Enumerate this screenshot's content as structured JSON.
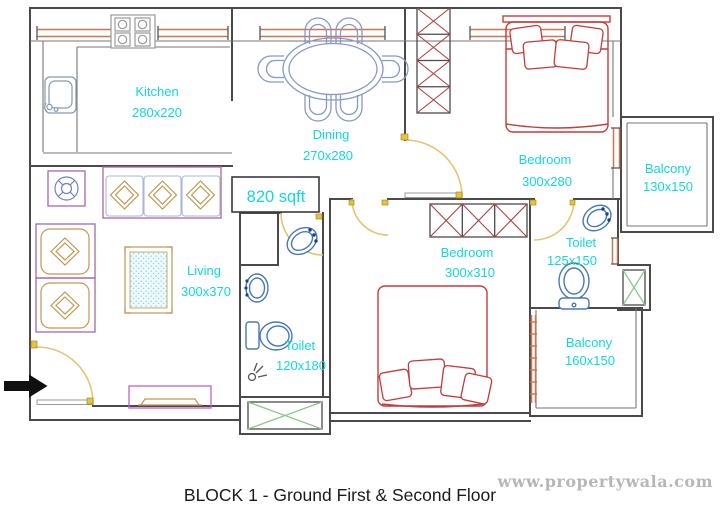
{
  "plan": {
    "area_label": "820 sqft",
    "rooms": [
      {
        "name": "Kitchen",
        "dims": "280x220"
      },
      {
        "name": "Dining",
        "dims": "270x280"
      },
      {
        "name": "Bedroom",
        "dims": "300x280"
      },
      {
        "name": "Balcony",
        "dims": "130x150"
      },
      {
        "name": "Toilet",
        "dims": "125x150"
      },
      {
        "name": "Bedroom",
        "dims": "300x310"
      },
      {
        "name": "Living",
        "dims": "300x370"
      },
      {
        "name": "Toilet",
        "dims": "120x180"
      },
      {
        "name": "Balcony",
        "dims": "160x150"
      }
    ],
    "colors": {
      "label": "#12d8d8",
      "wall": "#4a4a4a",
      "furniture_red": "#c43b3b",
      "wardrobe_x": "#b04040",
      "fixture_blue": "#4878b8",
      "dining_blue": "#8898c8",
      "sofa_purple": "#a868a8",
      "cushion_tan": "#c09850",
      "tv_magenta": "#c060c0",
      "door_arc": "#e2c574",
      "window": "#c87850",
      "shaft_green": "#8cc88c",
      "title": "#1b1b1b",
      "watermark": "#b7b7b7"
    }
  },
  "footer": {
    "title": "BLOCK 1 - Ground First & Second Floor",
    "watermark": "www.propertywala.com"
  }
}
